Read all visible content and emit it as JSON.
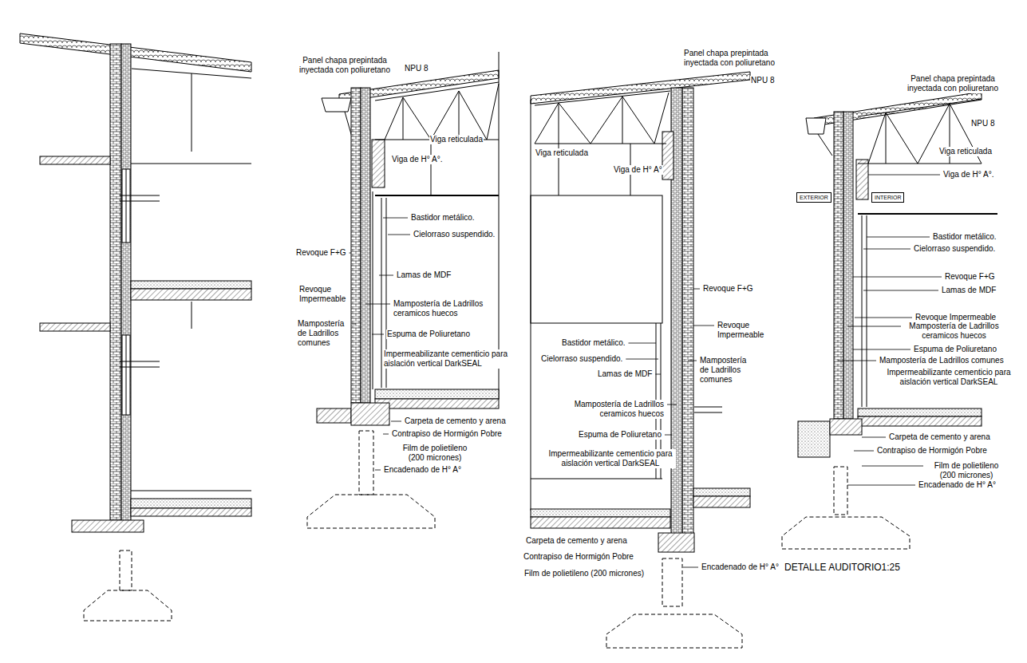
{
  "diagram": {
    "title": "DETALLE AUDITORIO1:25",
    "nodes": [
      {
        "text": [
          "EXTERIOR"
        ]
      },
      {
        "text": [
          "INTERIOR"
        ]
      }
    ],
    "labels": [
      "Panel chapa prepintada inyectada con poliuretano",
      "NPU 8",
      "Viga reticulada",
      "Viga de H° A°.",
      "Bastidor metálico.",
      "Cielorraso suspendido.",
      "Revoque F+G",
      "Lamas de MDF",
      "Revoque Impermeable",
      "Mampostería de Ladrillos ceramicos huecos",
      "Mampostería de Ladrillos comunes",
      "Espuma de Poliuretano",
      "Impermeabilizante cementicio para aislación vertical DarkSEAL",
      "Carpeta de cemento y arena",
      "Contrapiso de Hormigón Pobre",
      "Film de polietileno (200 micrones)",
      "Encadenado de H° A°",
      "Panel chapa prepintada inyectada con poliuretano",
      "NPU 8",
      "Viga reticulada",
      "Viga de H° A°",
      "Revoque F+G",
      "Revoque Impermeable",
      "Mampostería de Ladrillos comunes",
      "Bastidor metálico.",
      "Cielorraso suspendido.",
      "Lamas de MDF",
      "Mampostería de Ladrillos ceramicos huecos",
      "Espuma de Poliuretano",
      "Impermeabilizante cementicio para aislación vertical DarkSEAL",
      "Carpeta de cemento y arena",
      "Contrapiso de Hormigón Pobre",
      "Film de polietileno (200 micrones)",
      "Encadenado de H° A°",
      "Panel chapa prepintada inyectada con poliuretano",
      "NPU 8",
      "Viga reticulada",
      "Viga de H° A°.",
      "Bastidor metálico.",
      "Cielorraso suspendido.",
      "Revoque F+G",
      "Lamas de MDF",
      "Revoque Impermeable",
      "Mampostería de Ladrillos ceramicos huecos",
      "Espuma de Poliuretano",
      "Mampostería de Ladrillos comunes",
      "Impermeabilizante cementicio para aislación vertical DarkSEAL",
      "Carpeta de cemento y arena",
      "Contrapiso de Hormigón Pobre",
      "Film de polietileno (200 micrones)",
      "Encadenado de H° A°"
    ]
  }
}
